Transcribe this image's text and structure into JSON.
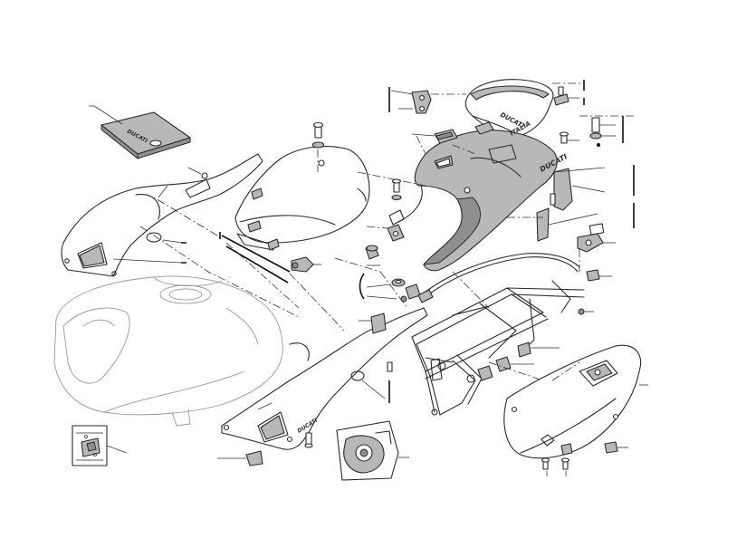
{
  "diagram": {
    "branding": {
      "seat_logo": "DUCATI",
      "tail_logo": "DUCATI",
      "tail_decal": "ITALIA",
      "side_decal": "DUCATI",
      "manual_decal": "DUCATI"
    },
    "parts": [
      {
        "name": "manual-card"
      },
      {
        "name": "rider-seat"
      },
      {
        "name": "passenger-seat"
      },
      {
        "name": "tail-fairing"
      },
      {
        "name": "left-side-panel"
      },
      {
        "name": "right-side-panel"
      },
      {
        "name": "fuel-tank"
      },
      {
        "name": "rear-subframe"
      },
      {
        "name": "undertray"
      },
      {
        "name": "tool-kit-bag"
      },
      {
        "name": "lock-cable"
      },
      {
        "name": "seat-lock"
      }
    ]
  },
  "colors": {
    "line": "#2a2a2a",
    "part_fill": "#b8b8b8",
    "part_shadow": "#8f8f8f",
    "background": "#ffffff"
  }
}
